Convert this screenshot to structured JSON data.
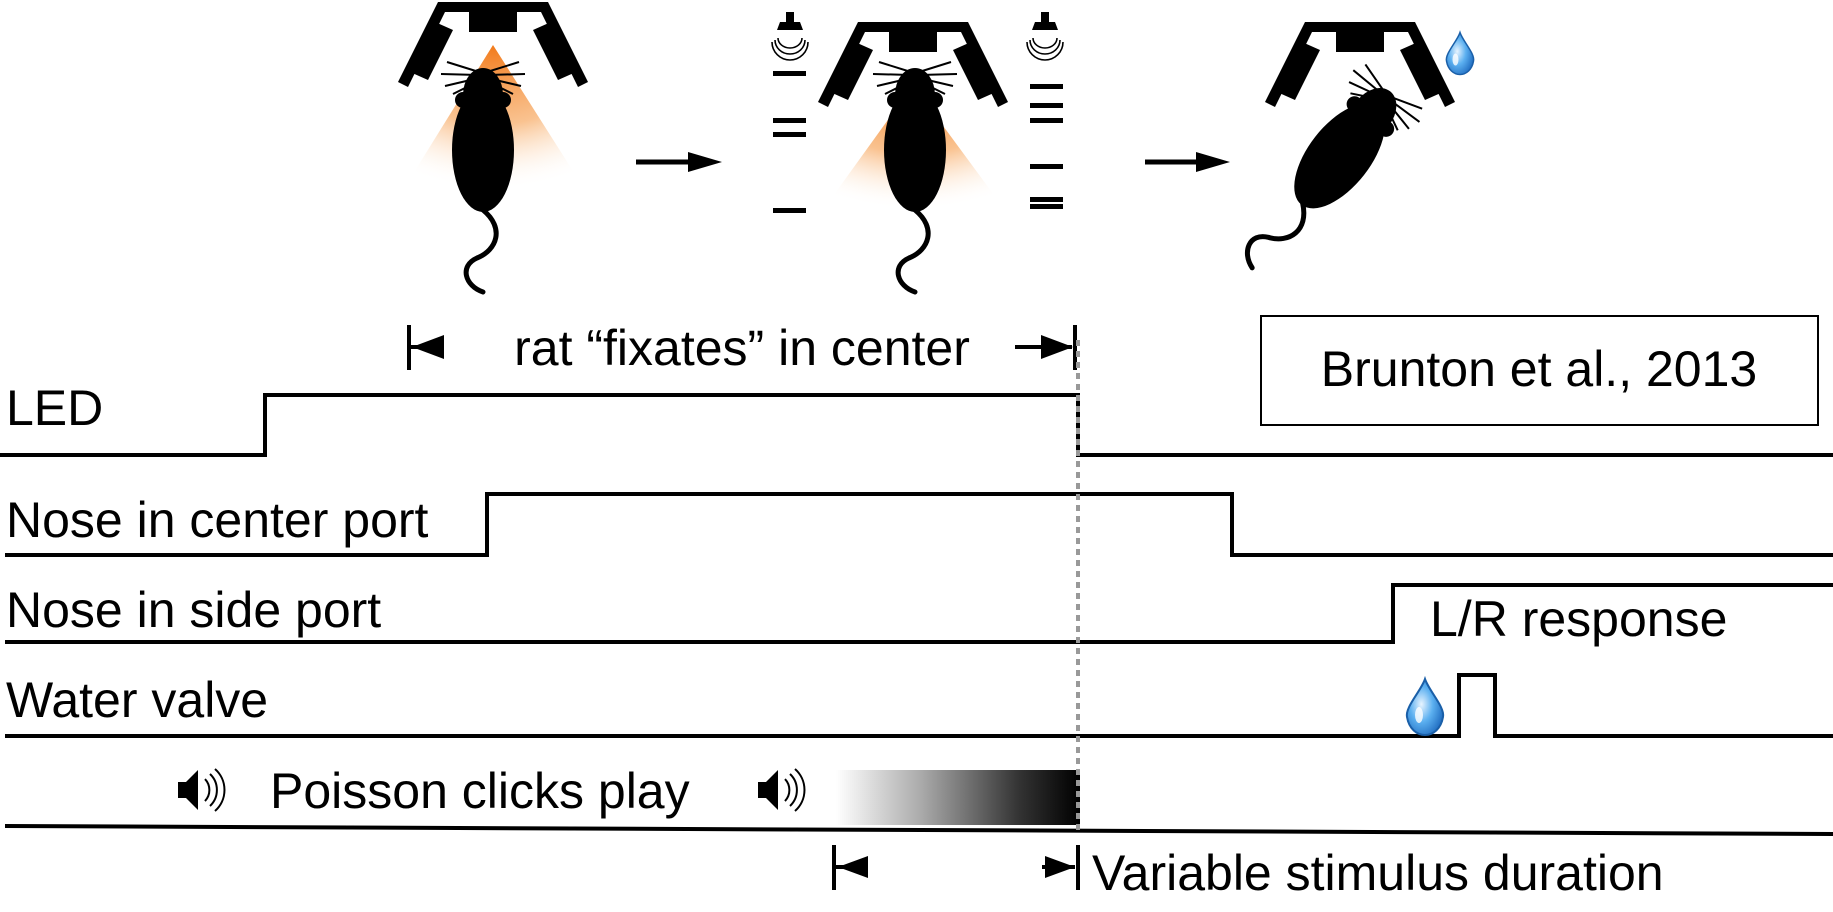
{
  "citation": "Brunton et al., 2013",
  "fixation_label": "rat “fixates” in center",
  "traces": {
    "led": "LED",
    "center_port": "Nose in center port",
    "side_port": "Nose in side port",
    "water_valve": "Water valve",
    "clicks": "Poisson clicks play"
  },
  "response_label": "L/R response",
  "duration_label": "Variable stimulus duration",
  "icons": {
    "stage1": "rat-fixating-center-port-icon",
    "stage2": "rat-hearing-clicks-icon",
    "stage3": "rat-side-port-reward-icon",
    "speaker": "speaker-icon",
    "drop": "water-drop-icon"
  },
  "colors": {
    "light_cone": "#f27a1a",
    "water": "#2a8fe0",
    "ink": "#000000",
    "marker_line": "#999999"
  }
}
